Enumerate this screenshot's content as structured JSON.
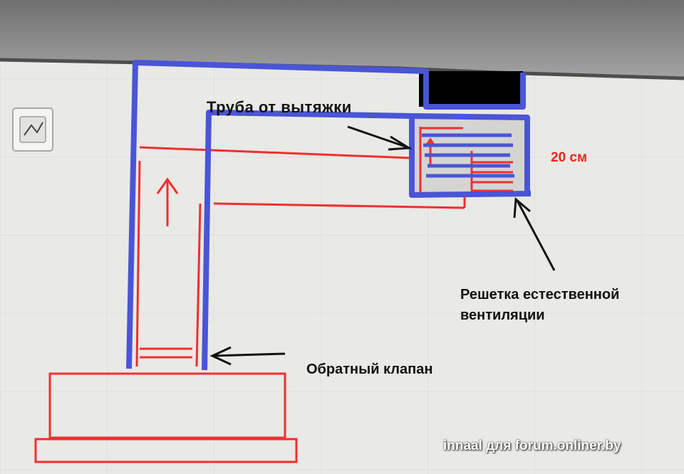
{
  "labels": {
    "pipe": "Труба от вытяжки",
    "size": "20 см",
    "grille_line1": "Решетка естественной",
    "grille_line2": "вентиляции",
    "valve": "Обратный клапан",
    "credit": "innaal для forum.onliner.by"
  },
  "colors": {
    "duct_outline": "#4a55d6",
    "red_lines": "#ee3030",
    "arrows": "#111111",
    "wall": "#e9e9e6",
    "ceiling": "#8f8f8f",
    "black_block": "#000000"
  }
}
